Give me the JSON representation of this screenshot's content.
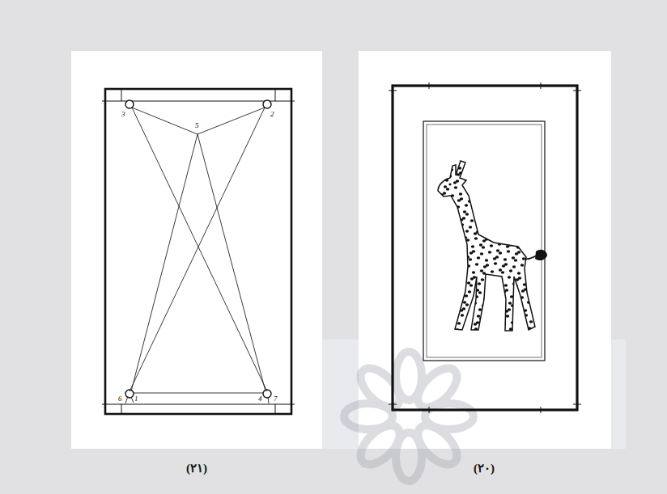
{
  "diagram": {
    "caption": "(۲۱)",
    "labels": [
      "3",
      "5",
      "2",
      "6",
      "1",
      "4",
      "7",
      "(۲۰)"
    ]
  }
}
